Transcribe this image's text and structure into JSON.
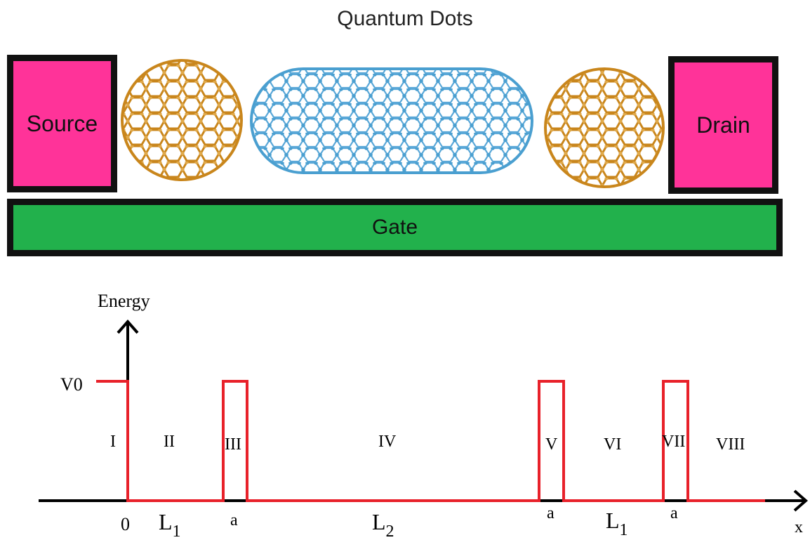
{
  "device": {
    "title": "Quantum Dots",
    "source_label": "Source",
    "drain_label": "Drain",
    "gate_label": "Gate"
  },
  "potential": {
    "y_axis_label": "Energy",
    "x_axis_label": "x",
    "barrier_height_label": "V0",
    "origin_label": "0",
    "regions": [
      "I",
      "II",
      "III",
      "IV",
      "V",
      "VI",
      "VII",
      "VIII"
    ],
    "length_labels": {
      "l1_left": {
        "base": "L",
        "sub": "1"
      },
      "l2": {
        "base": "L",
        "sub": "2"
      },
      "l1_right": {
        "base": "L",
        "sub": "1"
      }
    },
    "barrier_width_labels": [
      "a",
      "a",
      "a"
    ]
  },
  "colors": {
    "lead": "#ff3399",
    "gate": "#22b14c",
    "fullerene": "#d4962a",
    "nanotube": "#4a9fd0",
    "potential": "#e8212a",
    "axis": "#000000"
  },
  "icons": [
    "c60-fullerene-icon",
    "carbon-nanotube-icon",
    "c60-fullerene-icon"
  ]
}
